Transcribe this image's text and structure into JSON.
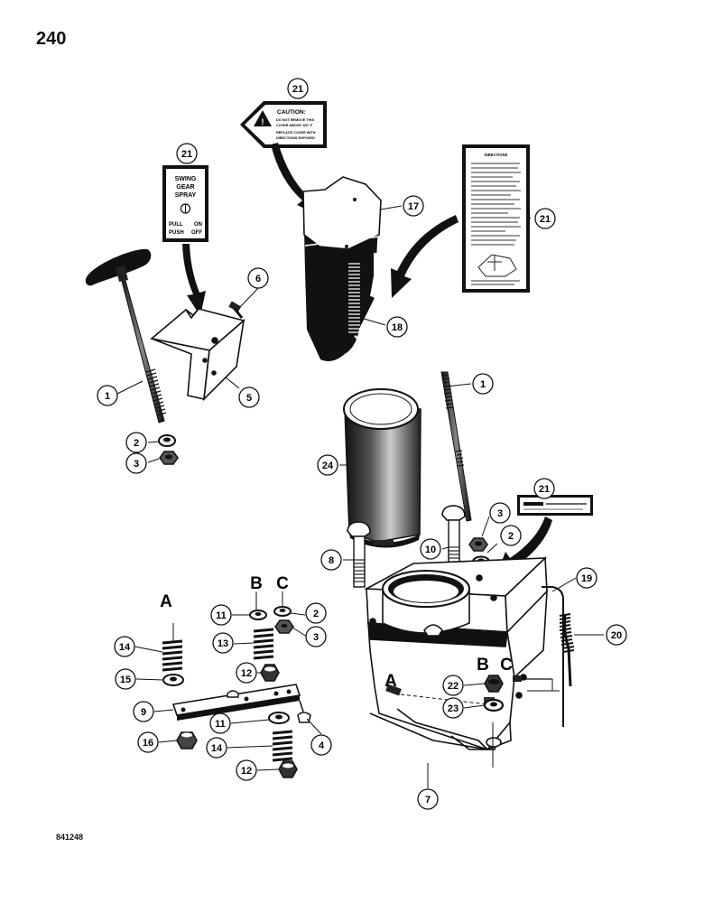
{
  "page": {
    "number": "240",
    "figure_code": "841248"
  },
  "decals": {
    "swing_gear_spray": {
      "line1": "SWING",
      "line2": "GEAR",
      "line3": "SPRAY",
      "pull": "PULL",
      "on": "ON",
      "push": "PUSH",
      "off": "OFF"
    },
    "caution": {
      "heading": "CAUTION:",
      "line1": "DO NOT REMOVE THIS",
      "line2": "COVER ABOVE 100° F",
      "line3": "REPLACE COVER WITH",
      "line4": "DIRECTIONS EXPOSED"
    },
    "directions": {
      "heading": "DIRECTIONS"
    }
  },
  "callouts": [
    {
      "id": "c1a",
      "label": "1"
    },
    {
      "id": "c1b",
      "label": "1"
    },
    {
      "id": "c2a",
      "label": "2"
    },
    {
      "id": "c2b",
      "label": "2"
    },
    {
      "id": "c2c",
      "label": "2"
    },
    {
      "id": "c3a",
      "label": "3"
    },
    {
      "id": "c3b",
      "label": "3"
    },
    {
      "id": "c3c",
      "label": "3"
    },
    {
      "id": "c4",
      "label": "4"
    },
    {
      "id": "c5",
      "label": "5"
    },
    {
      "id": "c6",
      "label": "6"
    },
    {
      "id": "c7",
      "label": "7"
    },
    {
      "id": "c8",
      "label": "8"
    },
    {
      "id": "c9",
      "label": "9"
    },
    {
      "id": "c10",
      "label": "10"
    },
    {
      "id": "c11a",
      "label": "11"
    },
    {
      "id": "c11b",
      "label": "11"
    },
    {
      "id": "c12a",
      "label": "12"
    },
    {
      "id": "c12b",
      "label": "12"
    },
    {
      "id": "c13",
      "label": "13"
    },
    {
      "id": "c14a",
      "label": "14"
    },
    {
      "id": "c14b",
      "label": "14"
    },
    {
      "id": "c15",
      "label": "15"
    },
    {
      "id": "c16",
      "label": "16"
    },
    {
      "id": "c17",
      "label": "17"
    },
    {
      "id": "c18",
      "label": "18"
    },
    {
      "id": "c19",
      "label": "19"
    },
    {
      "id": "c20",
      "label": "20"
    },
    {
      "id": "c21a",
      "label": "21"
    },
    {
      "id": "c21b",
      "label": "21"
    },
    {
      "id": "c21c",
      "label": "21"
    },
    {
      "id": "c21d",
      "label": "21"
    },
    {
      "id": "c22",
      "label": "22"
    },
    {
      "id": "c23",
      "label": "23"
    },
    {
      "id": "c24",
      "label": "24"
    }
  ],
  "letters": {
    "a1": "A",
    "b1": "B",
    "c1": "C",
    "a2": "A",
    "b2": "B",
    "c2": "C"
  }
}
